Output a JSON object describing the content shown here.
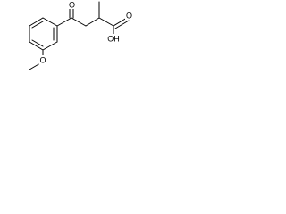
{
  "diagram": {
    "type": "skeletal-structure",
    "atom_labels": {
      "ketone_oxygen": "O",
      "hydroxyl": "OH",
      "carbonyl_oxygen": "O",
      "ether_oxygen": "O"
    },
    "colors": {
      "background": "#ffffff",
      "bond": "#000000",
      "label": "#000000"
    }
  }
}
